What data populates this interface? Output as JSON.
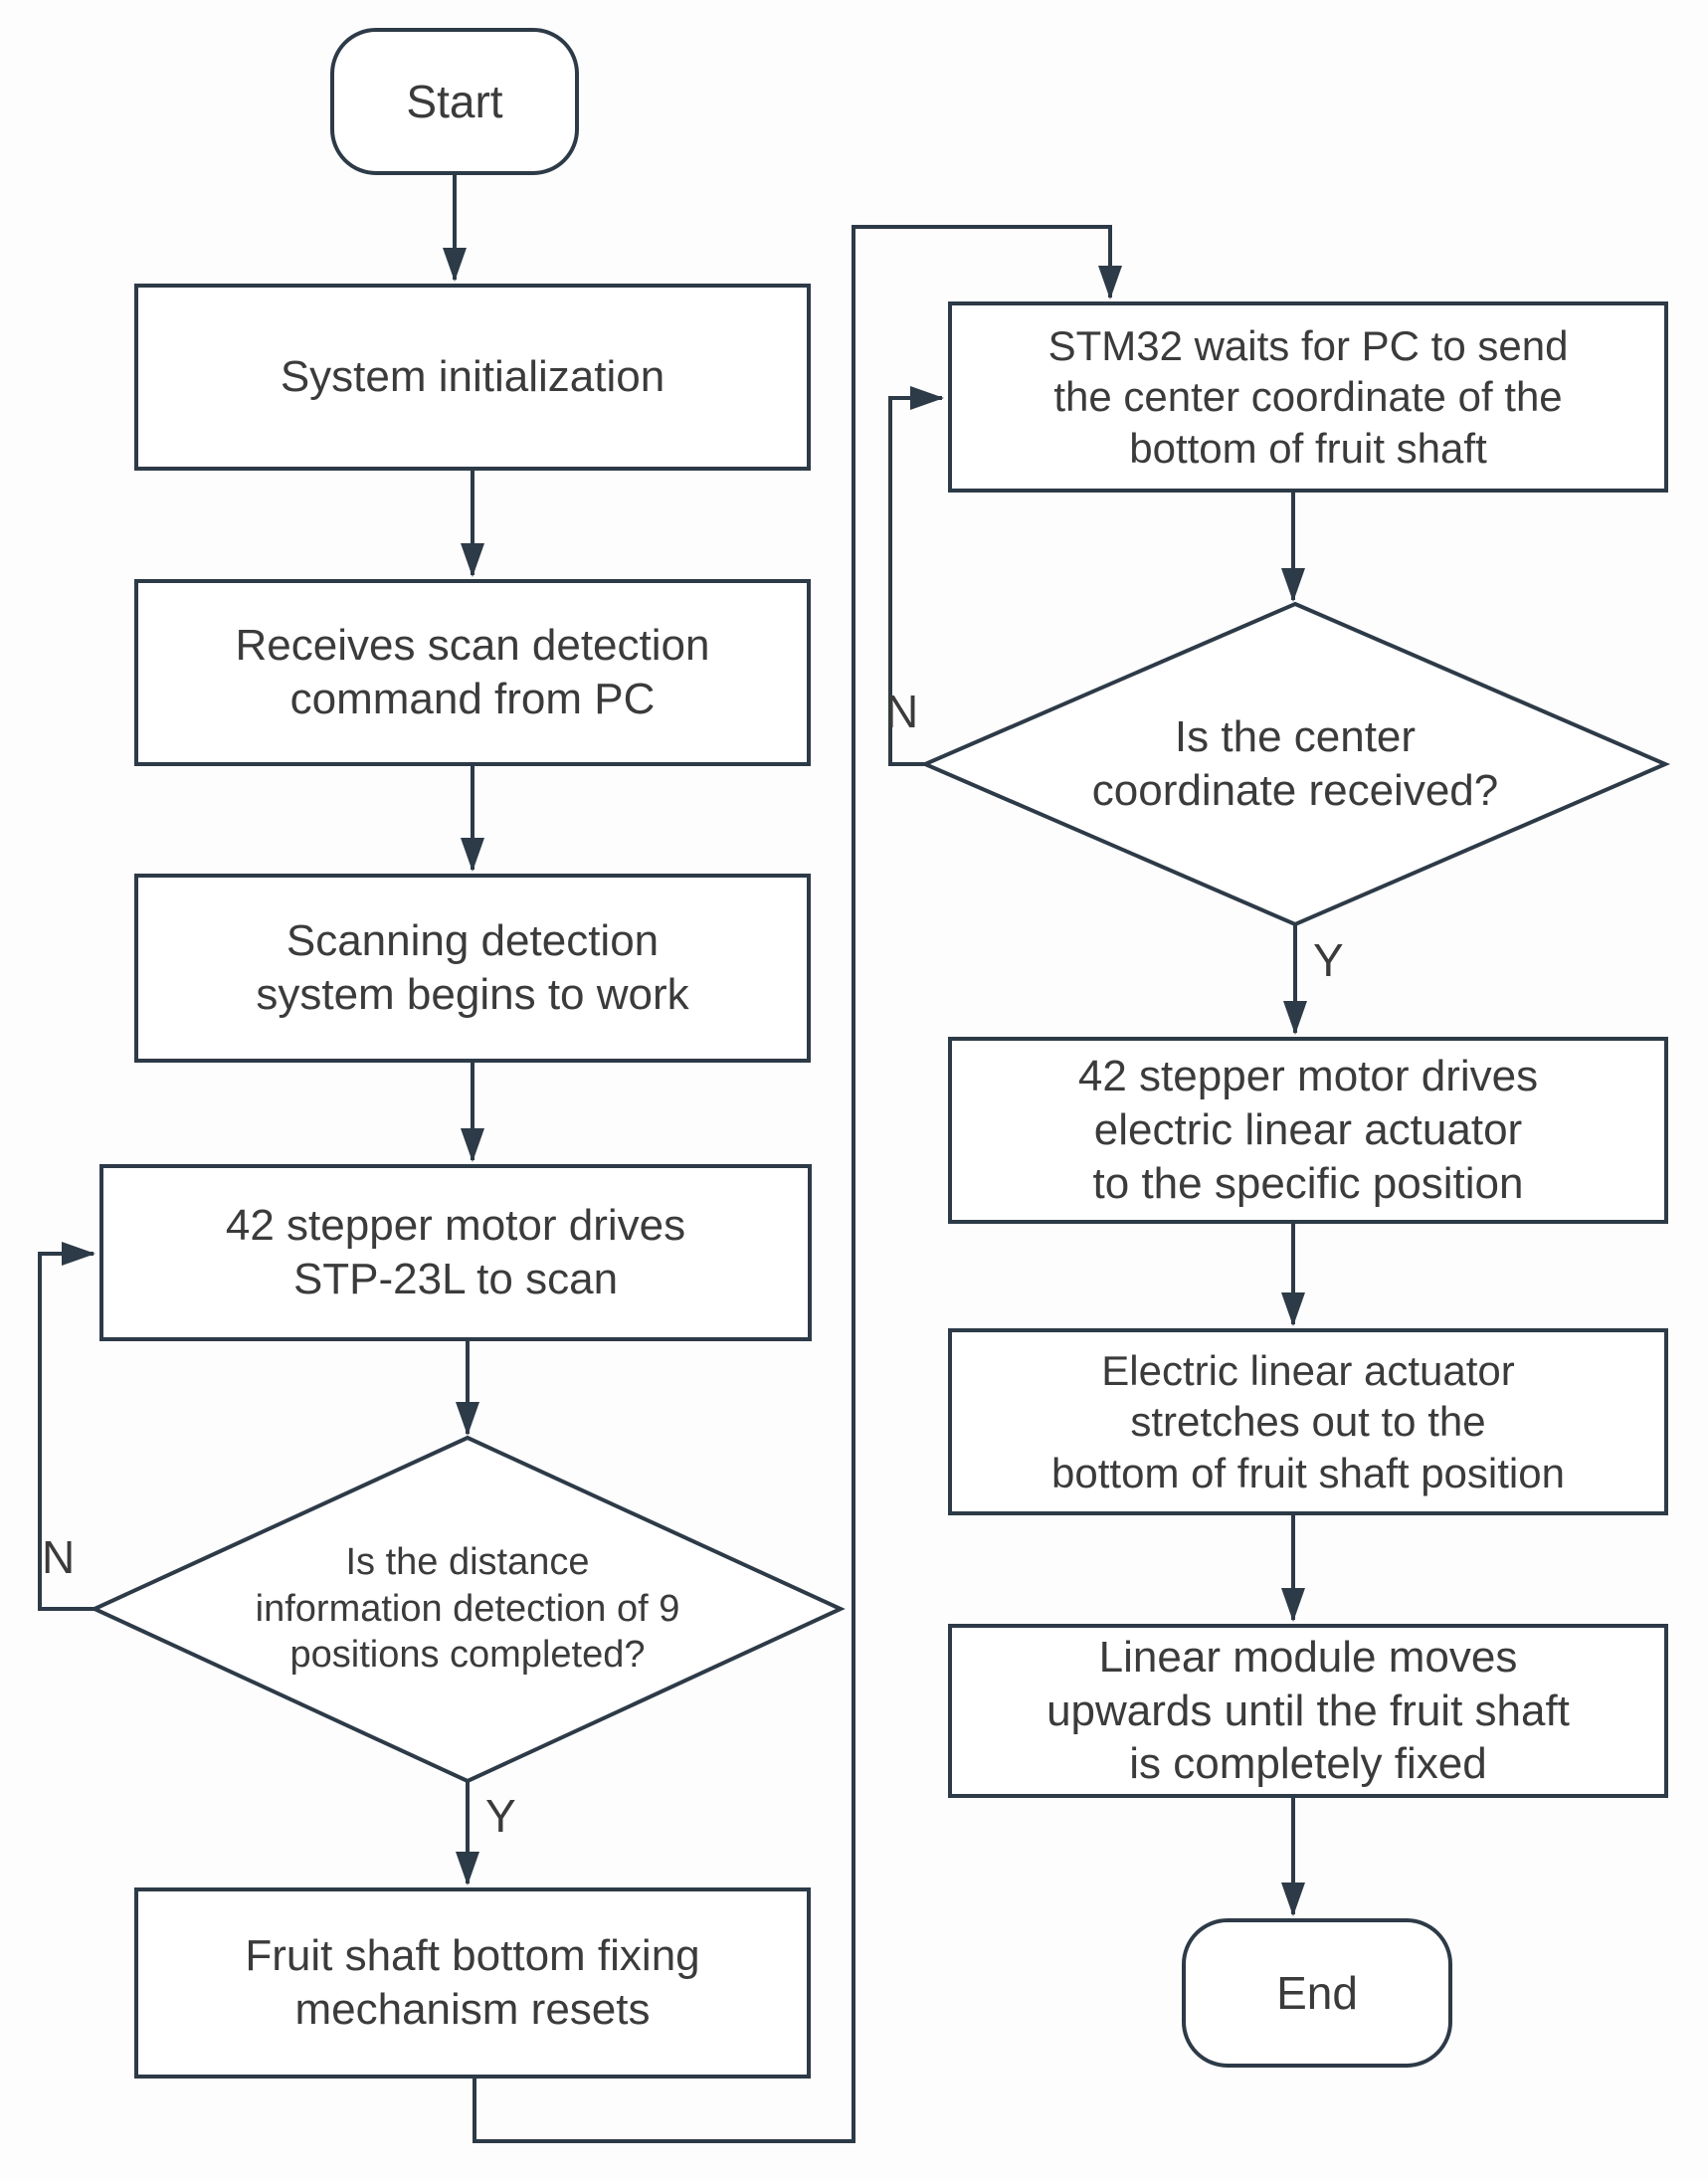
{
  "flowchart": {
    "colors": {
      "stroke": "#2d3a47",
      "text": "#3b3b3b",
      "background": "#fdfdfd"
    },
    "nodes": {
      "start": "Start",
      "system_init": "System initialization",
      "receive_command": "Receives scan detection\ncommand from PC",
      "scanning_begins": "Scanning detection\nsystem begins to work",
      "stepper_scan": "42 stepper motor drives\nSTP-23L to scan",
      "distance_decision": "Is the distance\ninformation detection of 9\npositions completed?",
      "fixing_resets": "Fruit shaft bottom fixing\nmechanism resets",
      "stm32_waits": "STM32 waits for PC to send\nthe center coordinate of the\nbottom of fruit shaft",
      "coordinate_decision": "Is the center\ncoordinate received?",
      "stepper_actuator": "42 stepper motor drives\nelectric linear actuator\nto the specific position",
      "actuator_stretches": "Electric linear actuator\nstretches out to the\nbottom of fruit shaft position",
      "linear_module": "Linear module moves\nupwards until the fruit shaft\nis completely fixed",
      "end": "End"
    },
    "branch_labels": {
      "distance_no": "N",
      "distance_yes": "Y",
      "coordinate_no": "N",
      "coordinate_yes": "Y"
    }
  }
}
